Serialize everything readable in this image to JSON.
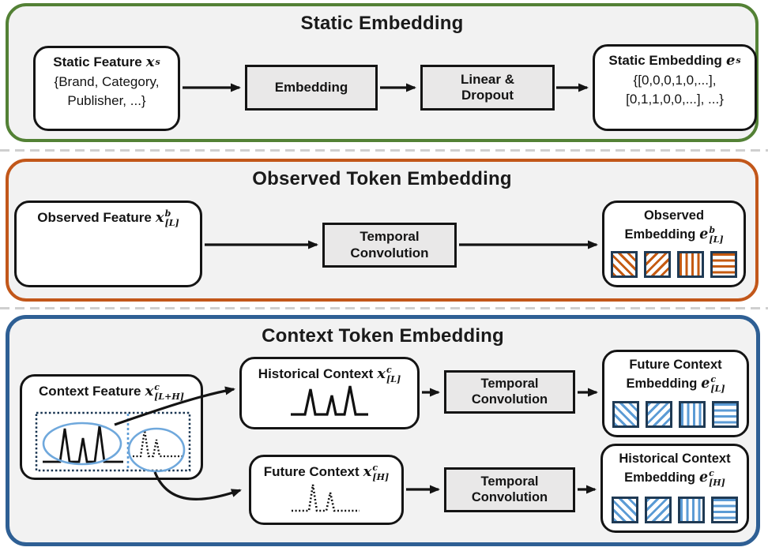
{
  "colors": {
    "green": "#538135",
    "orange": "#c2571a",
    "blue": "#2e5f94",
    "panel-bg": "#f2f2f2",
    "navy": "#1f3a54",
    "hatch-orange": "#c55a11",
    "hatch-blue": "#5b9bd5",
    "ellipse-blue": "#6fa8dc",
    "box-gray": "#e9e8e8",
    "ink": "#141414"
  },
  "static_panel": {
    "title": "Static Embedding",
    "feature": {
      "label": "Static Feature",
      "var": "x",
      "sup": "s",
      "body1": "{Brand, Category,",
      "body2": "Publisher, ...}"
    },
    "embedding_op": "Embedding",
    "linear_op_line1": "Linear &",
    "linear_op_line2": "Dropout",
    "output": {
      "label": "Static Embedding",
      "var": "e",
      "sup": "s",
      "body1": "{[0,0,0,1,0,...],",
      "body2": "[0,1,1,0,0,...], ...}"
    }
  },
  "observed_panel": {
    "title": "Observed Token Embedding",
    "feature": {
      "label": "Observed Feature",
      "var": "x",
      "sup": "b",
      "sub": "[L]"
    },
    "conv": {
      "line1": "Temporal",
      "line2": "Convolution"
    },
    "output": {
      "line1": "Observed",
      "line2": "Embedding",
      "var": "e",
      "sup": "b",
      "sub": "[L]"
    }
  },
  "context_panel": {
    "title": "Context Token Embedding",
    "feature": {
      "label": "Context Feature",
      "var": "x",
      "sup": "c",
      "sub": "[L+H]"
    },
    "historical": {
      "label": "Historical Context",
      "var": "x",
      "sup": "c",
      "sub": "[L]"
    },
    "future": {
      "label": "Future Context",
      "var": "x",
      "sup": "c",
      "sub": "[H]"
    },
    "conv_top": {
      "line1": "Temporal",
      "line2": "Convolution"
    },
    "conv_bottom": {
      "line1": "Temporal",
      "line2": "Convolution"
    },
    "future_output": {
      "line1": "Future Context",
      "line2": "Embedding",
      "var": "e",
      "sup": "c",
      "sub": "[L]"
    },
    "historical_output": {
      "line1": "Historical Context",
      "line2": "Embedding",
      "var": "e",
      "sup": "c",
      "sub": "[H]"
    }
  }
}
